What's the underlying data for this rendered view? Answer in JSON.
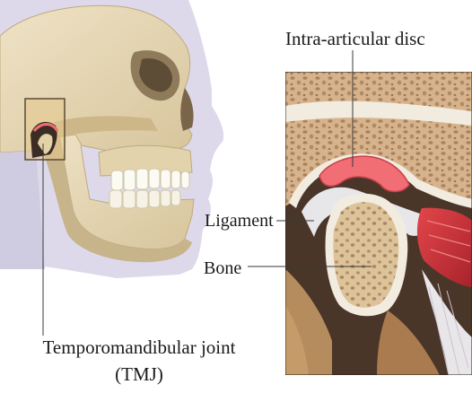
{
  "labels": {
    "intra_articular_disc": "Intra-articular disc",
    "ligament": "Ligament",
    "bone": "Bone",
    "tmj": "Temporomandibular joint",
    "tmj_abbr": "(TMJ)"
  },
  "colors": {
    "face_silhouette": "#ddd9ea",
    "skull": "#e9dcbc",
    "skull_shadow": "#c7b48a",
    "teeth": "#fbfaf3",
    "bone_tissue": "#d6b38c",
    "bone_pores": "#a9825c",
    "cortical_shell": "#f2ece0",
    "disc": "#f06e74",
    "disc_core": "#d9444f",
    "muscle": "#d9363c",
    "ligament": "#e7e7ea",
    "joint_dark": "#3b2c24",
    "leader_line": "#3a3a3a"
  }
}
